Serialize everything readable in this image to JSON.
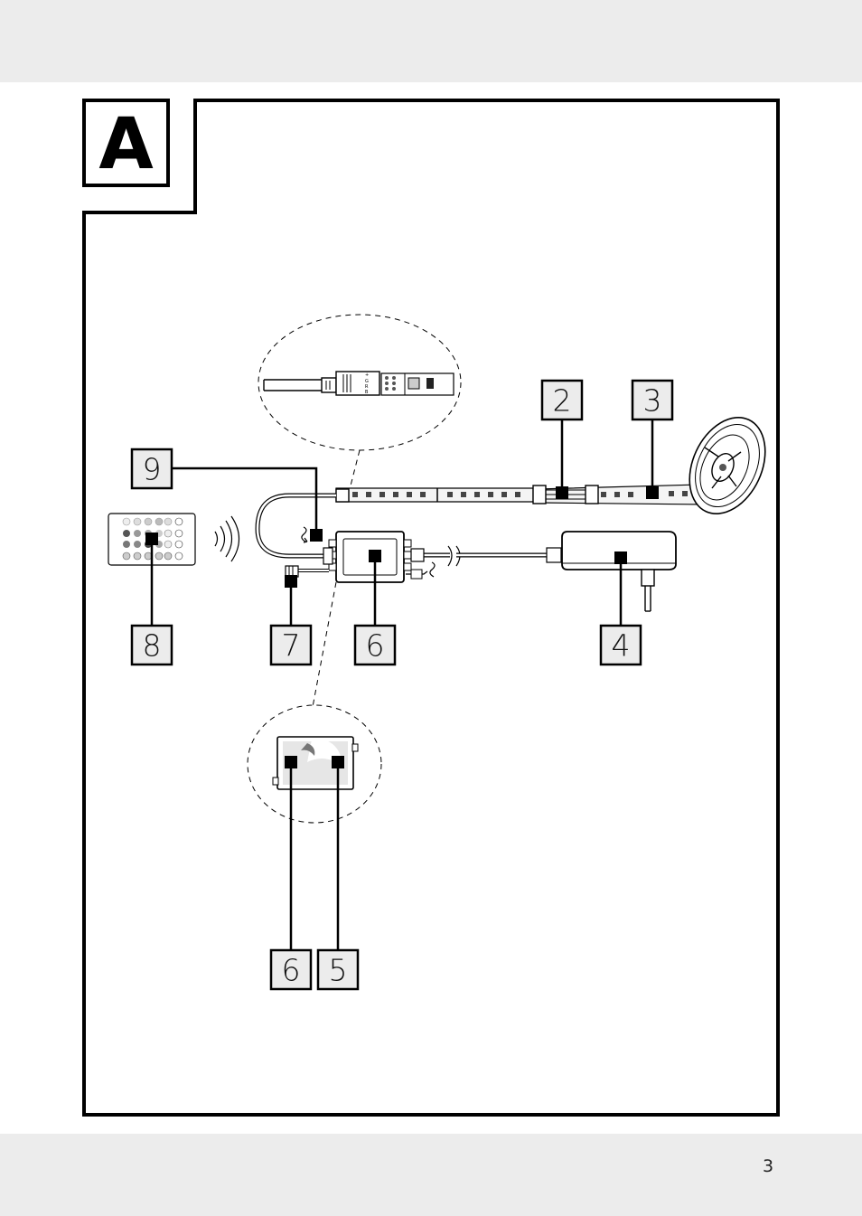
{
  "figure": {
    "section_letter": "A",
    "callouts": {
      "c2": "2",
      "c3": "3",
      "c4": "4",
      "c5": "5",
      "c6a": "6",
      "c6b": "6",
      "c7": "7",
      "c8": "8",
      "c9": "9"
    },
    "connector_symbols": [
      "+",
      "G",
      "R",
      "B"
    ]
  },
  "footer": {
    "page_number": "3"
  }
}
